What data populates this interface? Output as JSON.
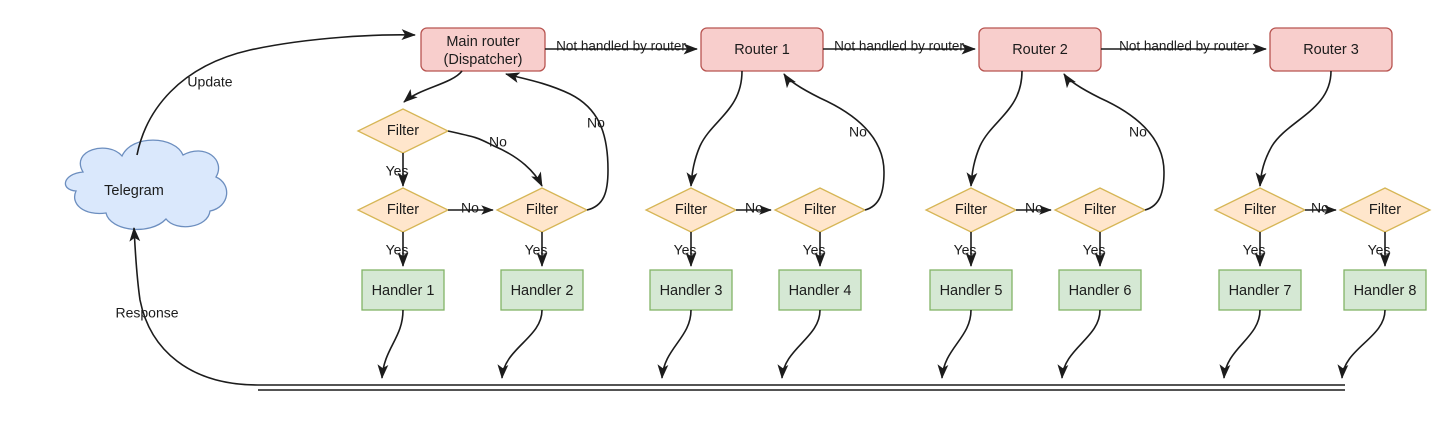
{
  "diagram": {
    "title": "aiogram router dispatch flow",
    "colors": {
      "router_fill": "#f8cecc",
      "router_stroke": "#b85450",
      "filter_fill": "#ffe6cc",
      "filter_stroke": "#d6b656",
      "handler_fill": "#d5e8d4",
      "handler_stroke": "#82b366",
      "cloud_fill": "#dae8fc",
      "cloud_stroke": "#6c8ebf",
      "edge": "#1c1c1c",
      "text": "#1c1c1c",
      "background": "#ffffff"
    },
    "cloud": {
      "label": "Telegram"
    },
    "routers": [
      {
        "id": "main-router",
        "line1": "Main router",
        "line2": "(Dispatcher)"
      },
      {
        "id": "router-1",
        "line1": "Router 1",
        "line2": ""
      },
      {
        "id": "router-2",
        "line1": "Router 2",
        "line2": ""
      },
      {
        "id": "router-3",
        "line1": "Router 3",
        "line2": ""
      }
    ],
    "filters": [
      {
        "id": "filter-a1",
        "label": "Filter"
      },
      {
        "id": "filter-a2",
        "label": "Filter"
      },
      {
        "id": "filter-a3",
        "label": "Filter"
      },
      {
        "id": "filter-b1",
        "label": "Filter"
      },
      {
        "id": "filter-b2",
        "label": "Filter"
      },
      {
        "id": "filter-c1",
        "label": "Filter"
      },
      {
        "id": "filter-c2",
        "label": "Filter"
      },
      {
        "id": "filter-d1",
        "label": "Filter"
      },
      {
        "id": "filter-d2",
        "label": "Filter"
      }
    ],
    "handlers": [
      {
        "id": "handler-1",
        "label": "Handler 1"
      },
      {
        "id": "handler-2",
        "label": "Handler 2"
      },
      {
        "id": "handler-3",
        "label": "Handler 3"
      },
      {
        "id": "handler-4",
        "label": "Handler 4"
      },
      {
        "id": "handler-5",
        "label": "Handler 5"
      },
      {
        "id": "handler-6",
        "label": "Handler 6"
      },
      {
        "id": "handler-7",
        "label": "Handler 7"
      },
      {
        "id": "handler-8",
        "label": "Handler 8"
      }
    ],
    "edge_labels": {
      "update": "Update",
      "response": "Response",
      "not_handled_1": "Not handled by router",
      "not_handled_2": "Not handled by router",
      "not_handled_3": "Not handled by router",
      "yes_1": "Yes",
      "yes_2": "Yes",
      "yes_3": "Yes",
      "yes_4": "Yes",
      "yes_5": "Yes",
      "yes_6": "Yes",
      "yes_7": "Yes",
      "yes_8": "Yes",
      "yes_9": "Yes",
      "no_a_top": "No",
      "no_a_back": "No",
      "no_a_mid": "No",
      "no_b_mid": "No",
      "no_b_back": "No",
      "no_c_mid": "No",
      "no_c_back": "No",
      "no_d_mid": "No"
    }
  }
}
